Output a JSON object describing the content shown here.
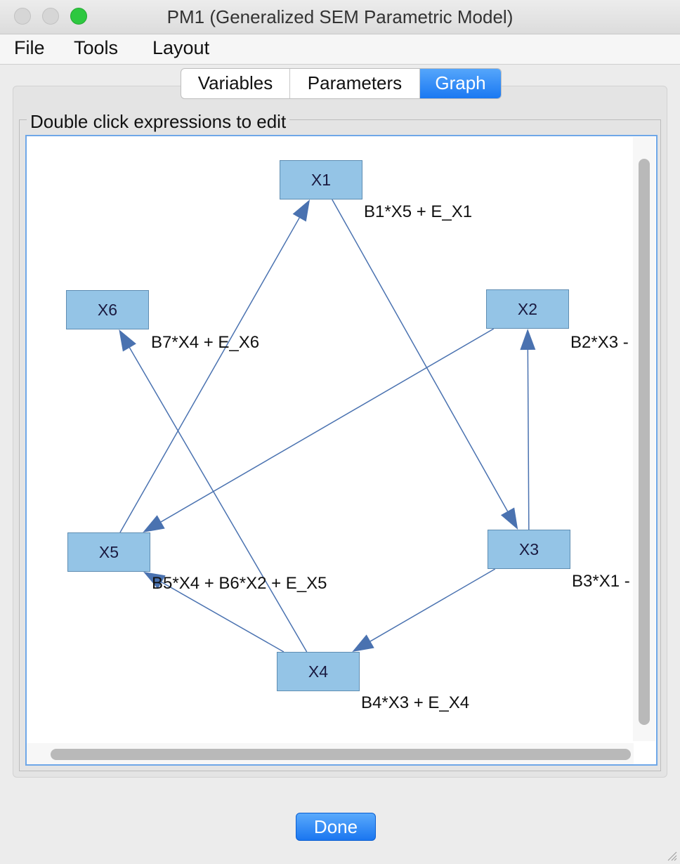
{
  "window": {
    "title": "PM1 (Generalized SEM Parametric Model)"
  },
  "menu": [
    "File",
    "Tools",
    "Layout"
  ],
  "tabs": {
    "variables": "Variables",
    "parameters": "Parameters",
    "graph": "Graph",
    "selected": "Graph"
  },
  "panel": {
    "label": "Double click expressions to edit"
  },
  "graph": {
    "nodes": [
      {
        "id": "X1",
        "label": "X1",
        "expression": "B1*X5 + E_X1"
      },
      {
        "id": "X2",
        "label": "X2",
        "expression": "B2*X3 -"
      },
      {
        "id": "X3",
        "label": "X3",
        "expression": "B3*X1 -"
      },
      {
        "id": "X4",
        "label": "X4",
        "expression": "B4*X3 + E_X4"
      },
      {
        "id": "X5",
        "label": "X5",
        "expression": "B5*X4 + B6*X2 + E_X5"
      },
      {
        "id": "X6",
        "label": "X6",
        "expression": "B7*X4 + E_X6"
      }
    ],
    "edges": [
      {
        "from": "X5",
        "to": "X1"
      },
      {
        "from": "X1",
        "to": "X3"
      },
      {
        "from": "X3",
        "to": "X2"
      },
      {
        "from": "X2",
        "to": "X5"
      },
      {
        "from": "X3",
        "to": "X4"
      },
      {
        "from": "X4",
        "to": "X5"
      },
      {
        "from": "X4",
        "to": "X6"
      }
    ],
    "colors": {
      "node_fill": "#94c4e6",
      "node_border": "#5f8db2",
      "edge": "#4a72b0"
    }
  },
  "buttons": {
    "done": "Done"
  }
}
